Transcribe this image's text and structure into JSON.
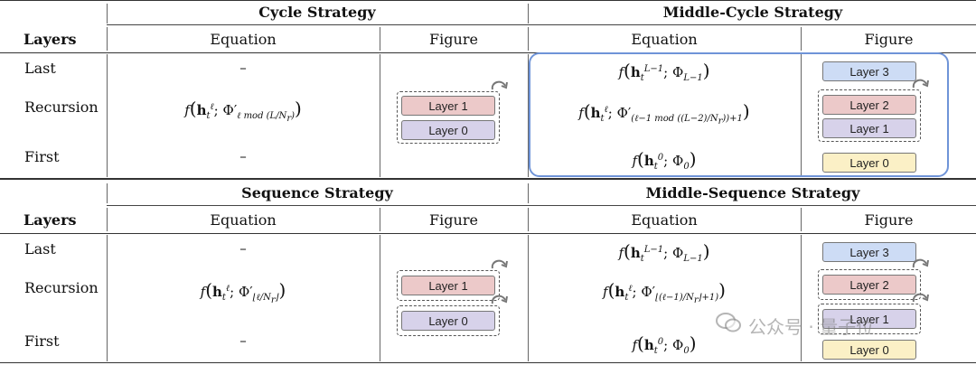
{
  "top": {
    "strategy_left": "Cycle Strategy",
    "strategy_right": "Middle-Cycle Strategy",
    "layers_header": "Layers",
    "equation_header": "Equation",
    "figure_header": "Figure",
    "rows": {
      "last": "Last",
      "recursion": "Recursion",
      "first": "First"
    },
    "left_last_eq": "–",
    "left_first_eq": "–",
    "left_fig": {
      "layer1": "Layer 1",
      "layer0": "Layer 0"
    },
    "right_fig": {
      "layer3": "Layer 3",
      "layer2": "Layer 2",
      "layer1": "Layer 1",
      "layer0": "Layer 0"
    }
  },
  "bottom": {
    "strategy_left": "Sequence Strategy",
    "strategy_right": "Middle-Sequence Strategy",
    "layers_header": "Layers",
    "equation_header": "Equation",
    "figure_header": "Figure",
    "rows": {
      "last": "Last",
      "recursion": "Recursion",
      "first": "First"
    },
    "left_last_eq": "–",
    "left_first_eq": "–",
    "left_fig": {
      "layer1": "Layer 1",
      "layer0": "Layer 0"
    },
    "right_fig": {
      "layer3": "Layer 3",
      "layer2": "Layer 2",
      "layer1": "Layer 1",
      "layer0": "Layer 0"
    }
  },
  "watermark": "公众号 · 量子位",
  "colors": {
    "highlight_border": "#6f94d8",
    "layer_red": "#ecc9c9",
    "layer_purple": "#d7d2ea",
    "layer_blue": "#cddcf5",
    "layer_yellow": "#fbf0c6"
  }
}
